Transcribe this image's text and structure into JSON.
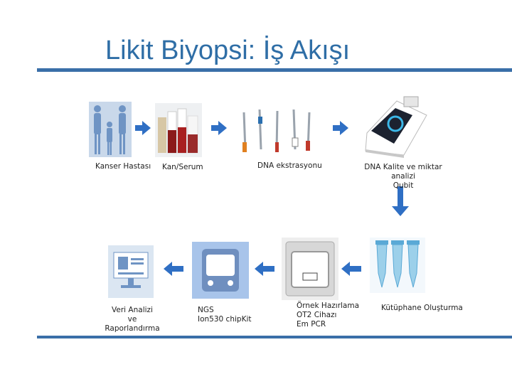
{
  "title": "Likit Biyopsi: İş Akışı",
  "colors": {
    "title": "#2f6ea6",
    "rule": "#3a6fa8",
    "arrow": "#2f6fc4"
  },
  "steps": {
    "patient": "Kanser Hastası",
    "blood": "Kan/Serum",
    "extraction": "DNA ekstrasyonu",
    "qc_line1": "DNA Kalite ve miktar analizi",
    "qc_line2": "Qubit",
    "library": "Kütüphane Oluşturma",
    "prep_line1": "Örnek Hazırlama",
    "prep_line2": "OT2 Cihazı",
    "prep_line3": "Em PCR",
    "ngs_line1": "NGS",
    "ngs_line2": "Ion530 chipKit",
    "analysis_line1": "Veri Analizi",
    "analysis_line2": "ve",
    "analysis_line3": "Raporlandırma"
  },
  "icons": [
    "patient-silhouettes-image",
    "blood-tubes-image",
    "pipettes-image",
    "qubit-device-image",
    "pcr-tubes-image",
    "ot2-instrument-image",
    "ion-chip-image",
    "report-monitor-image"
  ]
}
